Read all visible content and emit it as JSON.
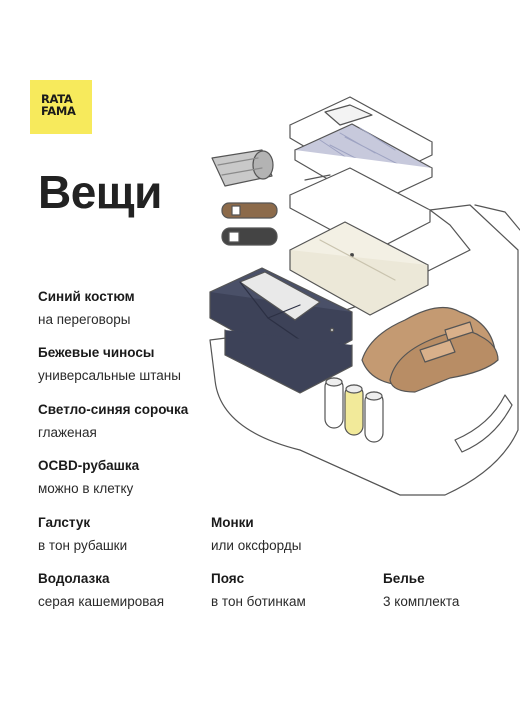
{
  "logo": {
    "line1": "RATA",
    "line2": "FAMA"
  },
  "title": "Вещи",
  "items_left": [
    {
      "name": "Синий костюм",
      "desc": "на переговоры"
    },
    {
      "name": "Бежевые чиносы",
      "desc": "универсальные штаны"
    },
    {
      "name": "Светло-синяя сорочка",
      "desc": "глаженая"
    },
    {
      "name": "OCBD-рубашка",
      "desc": "можно в клетку"
    }
  ],
  "grid": {
    "tie": {
      "name": "Галстук",
      "desc": "в тон рубашки"
    },
    "shoes": {
      "name": "Монки",
      "desc": "или оксфорды"
    },
    "sweater": {
      "name": "Водолазка",
      "desc": "серая кашемировая"
    },
    "belt": {
      "name": "Пояс",
      "desc": "в тон ботинкам"
    },
    "underwear": {
      "name": "Белье",
      "desc": "3 комплекта"
    }
  },
  "colors": {
    "logo_bg": "#f7ea5c",
    "suit": "#4a5068",
    "shoes": "#c49a72",
    "shirt_plaid": "#c7c9dc",
    "chinos": "#f3f0e4",
    "belt_brown": "#8c6a4a",
    "belt_dark": "#444444",
    "suitcase_outline": "#999999"
  },
  "illustration": "suitcase-with-clothes"
}
